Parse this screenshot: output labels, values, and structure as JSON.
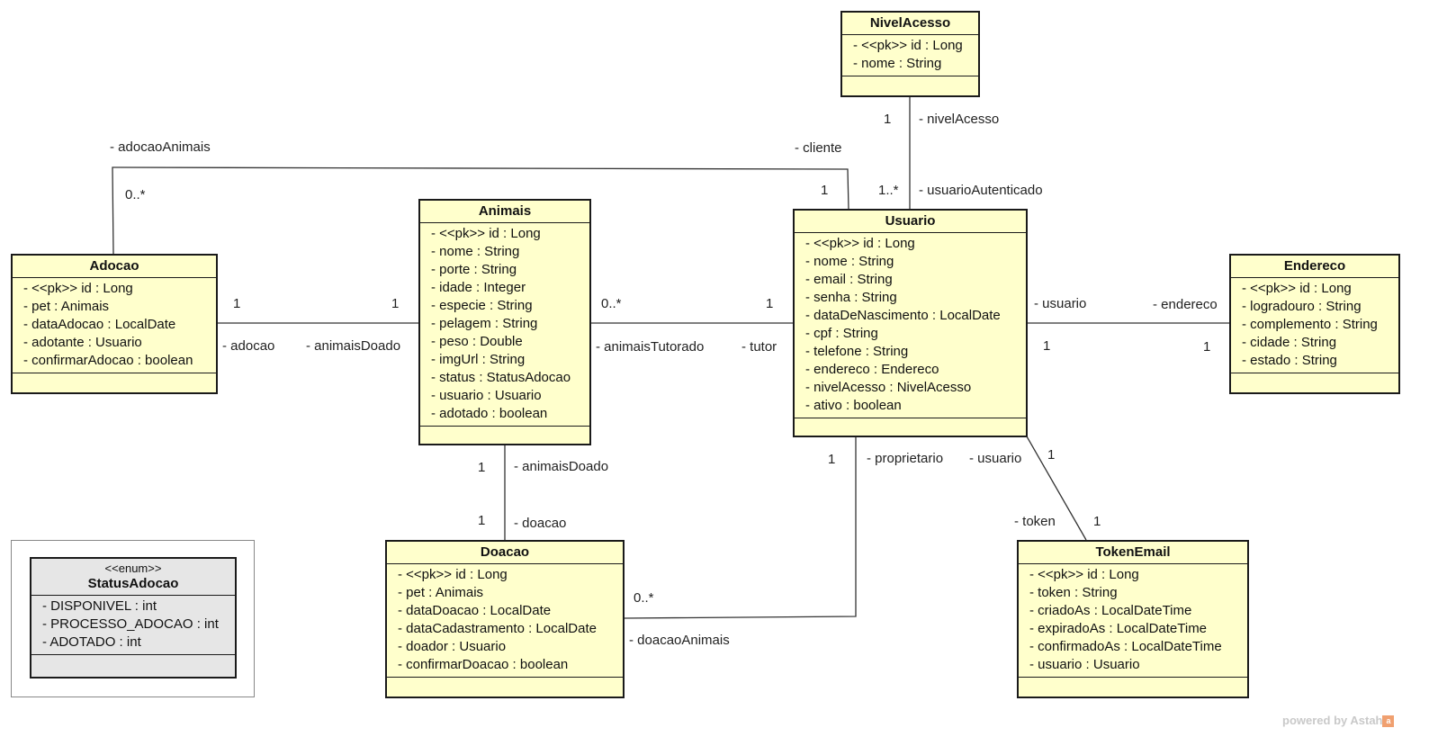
{
  "classes": {
    "nivelAcesso": {
      "name": "NivelAcesso",
      "attrs": [
        "- <<pk>> id : Long",
        "- nome : String"
      ]
    },
    "adocao": {
      "name": "Adocao",
      "attrs": [
        "- <<pk>> id : Long",
        "- pet : Animais",
        "- dataAdocao : LocalDate",
        "- adotante : Usuario",
        "- confirmarAdocao : boolean"
      ]
    },
    "animais": {
      "name": "Animais",
      "attrs": [
        "- <<pk>> id : Long",
        "- nome : String",
        "- porte : String",
        "- idade : Integer",
        "- especie : String",
        "- pelagem : String",
        "- peso : Double",
        "- imgUrl : String",
        "- status : StatusAdocao",
        "- usuario : Usuario",
        "- adotado : boolean"
      ]
    },
    "usuario": {
      "name": "Usuario",
      "attrs": [
        "- <<pk>> id : Long",
        "- nome : String",
        "- email : String",
        "- senha : String",
        "- dataDeNascimento : LocalDate",
        "- cpf : String",
        "- telefone : String",
        "- endereco : Endereco",
        "- nivelAcesso : NivelAcesso",
        "- ativo : boolean"
      ]
    },
    "endereco": {
      "name": "Endereco",
      "attrs": [
        "- <<pk>> id : Long",
        "- logradouro : String",
        "- complemento : String",
        "- cidade : String",
        "- estado : String"
      ]
    },
    "doacao": {
      "name": "Doacao",
      "attrs": [
        "- <<pk>> id : Long",
        "- pet : Animais",
        "- dataDoacao : LocalDate",
        "- dataCadastramento : LocalDate",
        "- doador : Usuario",
        "- confirmarDoacao : boolean"
      ]
    },
    "tokenEmail": {
      "name": "TokenEmail",
      "attrs": [
        "- <<pk>> id : Long",
        "- token : String",
        "- criadoAs : LocalDateTime",
        "- expiradoAs : LocalDateTime",
        "- confirmadoAs : LocalDateTime",
        "- usuario : Usuario"
      ]
    },
    "statusAdocao": {
      "stereotype": "<<enum>>",
      "name": "StatusAdocao",
      "attrs": [
        "- DISPONIVEL : int",
        "- PROCESSO_ADOCAO : int",
        "- ADOTADO : int"
      ]
    }
  },
  "labels": {
    "nivelAcesso_mult": "1",
    "nivelAcesso_role": "- nivelAcesso",
    "usuarioAutenticado_mult": "1..*",
    "usuarioAutenticado_role": "- usuarioAutenticado",
    "adocaoAnimais_role": "- adocaoAnimais",
    "adocaoAnimais_mult": "0..*",
    "cliente_role": "- cliente",
    "cliente_mult": "1",
    "adocao_left_mult": "1",
    "adocao_role": "- adocao",
    "animaisDoado_left_mult": "1",
    "animaisDoado_left_role": "- animaisDoado",
    "animaisTutorado_mult": "0..*",
    "animaisTutorado_role": "- animaisTutorado",
    "tutor_mult": "1",
    "tutor_role": "- tutor",
    "usuario_endereco_role": "- usuario",
    "usuario_endereco_mult": "1",
    "endereco_role": "- endereco",
    "endereco_mult": "1",
    "animaisDoado_bottom_mult": "1",
    "animaisDoado_bottom_role": "- animaisDoado",
    "doacao_mult": "1",
    "doacao_role": "- doacao",
    "proprietario_mult": "1",
    "proprietario_role": "- proprietario",
    "doacaoAnimais_mult": "0..*",
    "doacaoAnimais_role": "- doacaoAnimais",
    "usuario_token_role": "- usuario",
    "usuario_token_mult": "1",
    "token_role": "- token",
    "token_mult": "1"
  },
  "watermark": {
    "text": "powered by Astah",
    "badge": "a"
  }
}
